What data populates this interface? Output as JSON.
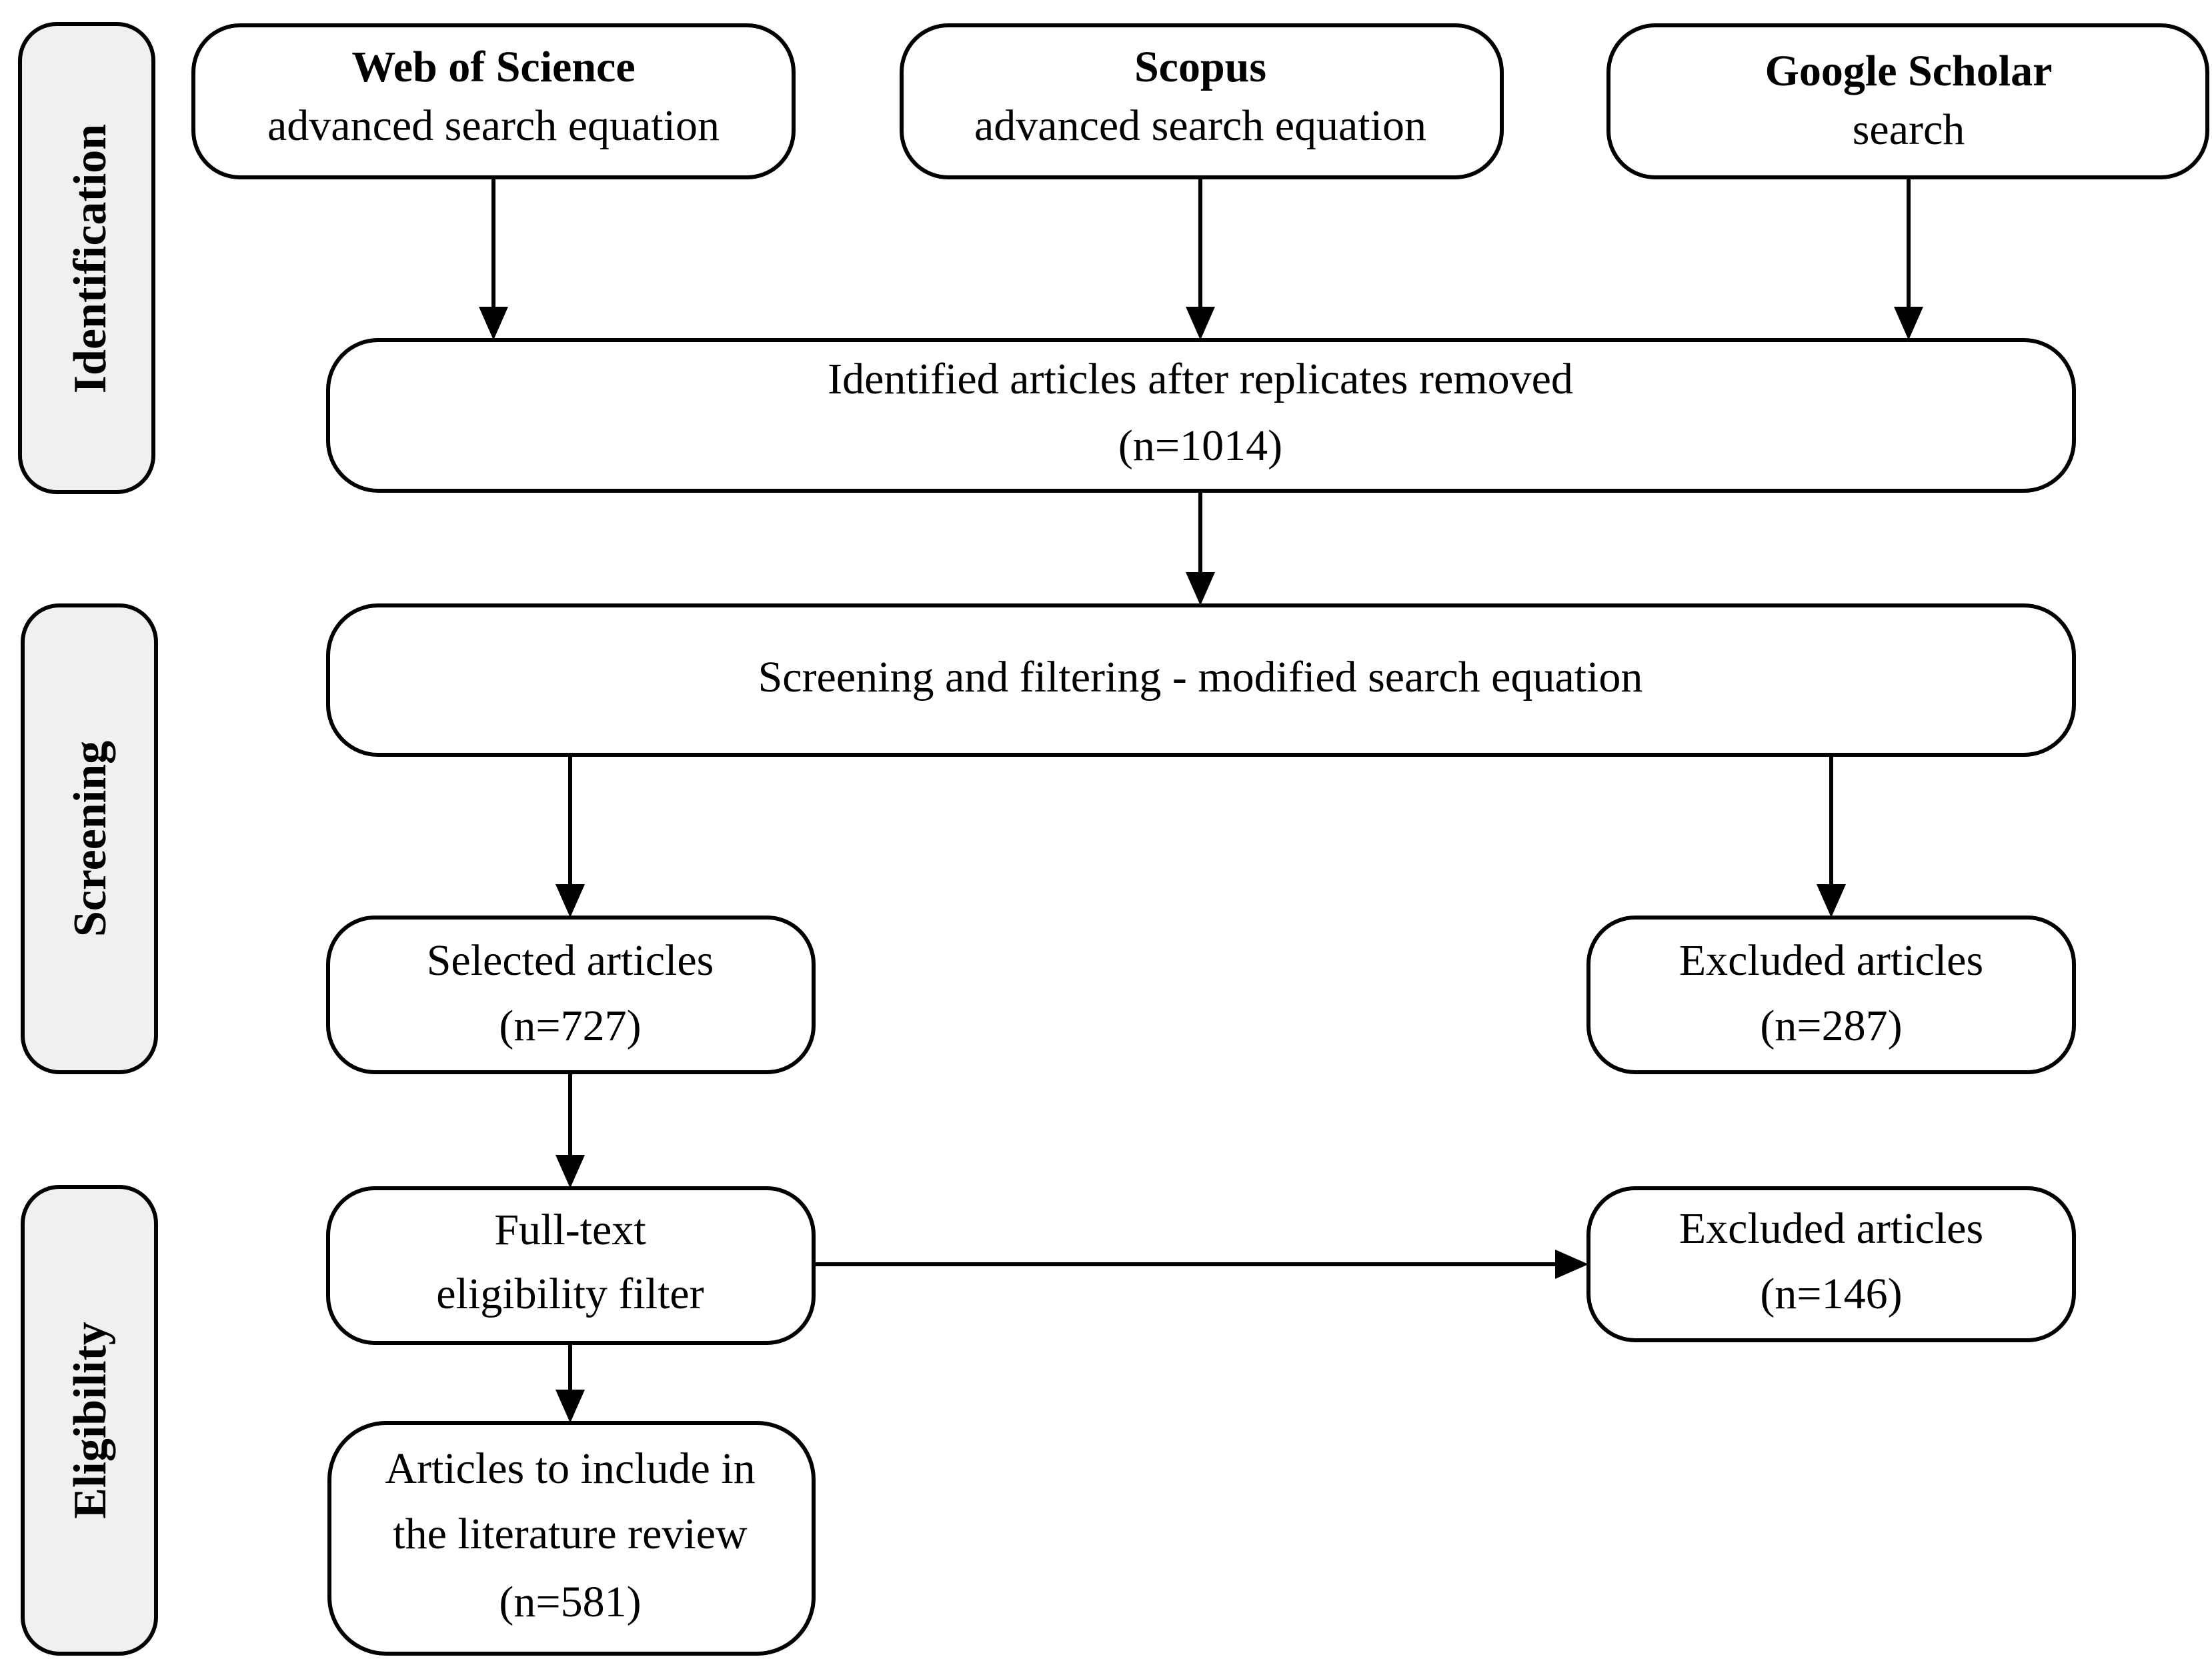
{
  "phases": {
    "identification": "Identification",
    "screening": "Screening",
    "eligibility": "Eligibility"
  },
  "sources": {
    "wos": {
      "title": "Web of Science",
      "subtitle": "advanced search equation"
    },
    "scopus": {
      "title": "Scopus",
      "subtitle": "advanced search equation"
    },
    "scholar": {
      "title": "Google Scholar",
      "subtitle": "search"
    }
  },
  "identified": {
    "label": "Identified articles after replicates removed",
    "count": "(n=1014)"
  },
  "screening_box": {
    "label": "Screening and filtering - modified search equation"
  },
  "selected": {
    "label": "Selected articles",
    "count": "(n=727)"
  },
  "excluded_screening": {
    "label": "Excluded articles",
    "count": "(n=287)"
  },
  "fulltext": {
    "line1": "Full-text",
    "line2": "eligibility filter"
  },
  "excluded_eligibility": {
    "label": "Excluded articles",
    "count": "(n=146)"
  },
  "included": {
    "line1": "Articles to include in",
    "line2": "the literature review",
    "count": "(n=581)"
  }
}
